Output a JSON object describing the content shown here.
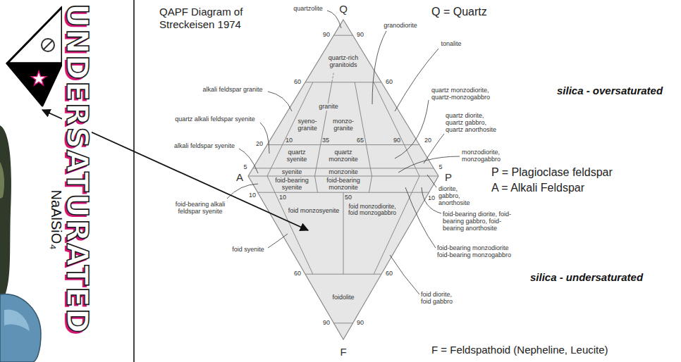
{
  "diagram": {
    "title": "QAPF Diagram of Streckeisen 1974",
    "labels": [
      "Q",
      "quartzolite",
      "90",
      "90",
      "quartz-rich granitoids",
      "granodiorite",
      "tonalite",
      "60",
      "60",
      "alkali feldspar granite",
      "granite",
      "syeno-granite",
      "monzo-granite",
      "quartz monzodiorite, quartz-monzogabbro",
      "quartz diorite, quartz gabbro, quartz anorthosite",
      "quartz alkali feldspar syenite",
      "20",
      "10",
      "35",
      "65",
      "90",
      "20",
      "alkali feldspar syenite",
      "quartz syenite",
      "quartz monzonite",
      "monzodiorite, monzogabbro",
      "5",
      "5",
      "A",
      "syenite",
      "monzonite",
      "P",
      "diorite, gabbro, anorthosite",
      "foid-bearing syenite",
      "foid-bearing monzonite",
      "10",
      "10",
      "foid-bearing alkali feldspar syenite",
      "10",
      "foid monzosyenite",
      "50",
      "foid monzodiorite, foid monzogabbro",
      "foid-bearing diorite, foid-bearing gabbro, foid-bearing anorthosite",
      "foid-bearing monzodiorite foid-bearing monzogabbro",
      "foid syenite",
      "60",
      "60",
      "foidolite",
      "foid diorite, foid gabbro",
      "90",
      "90",
      "F",
      "Q = Quartz",
      "silica - oversaturated",
      "P = Plagioclase feldspar",
      "A = Alkali Feldspar",
      "silica - undersaturated",
      "F = Feldspathoid (Nepheline, Leucite)",
      "UNDERSATURATED",
      "NaAlSiO₄"
    ]
  }
}
